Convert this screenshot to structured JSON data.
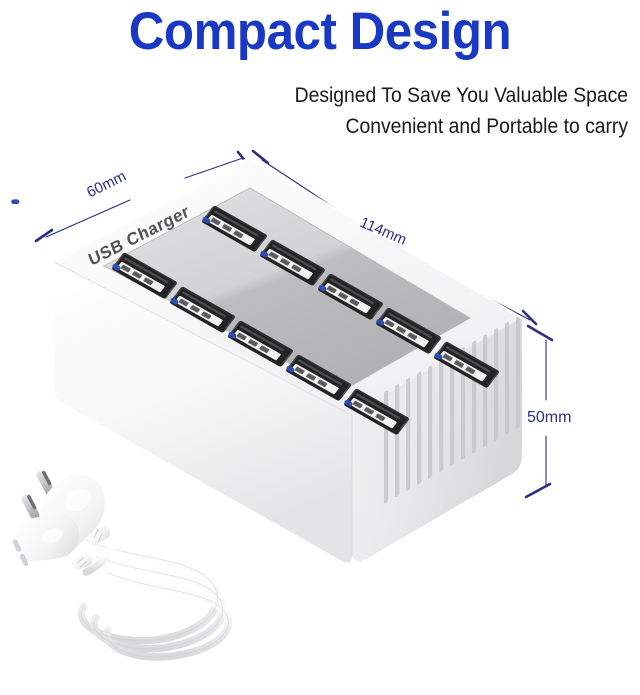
{
  "header": {
    "title": "Compact Design",
    "title_color": "#1939C4",
    "subtitle_line1": "Designed To Save You Valuable Space",
    "subtitle_line2": "Convenient and Portable to carry",
    "subtitle_color": "#191919"
  },
  "product": {
    "brand_text": "USB Charger",
    "brand_text_color": "#3A3A3C",
    "body_color": "#FFFFFF",
    "panel_color": "#C9C9CB",
    "panel_highlight_color": "#DCDCDE",
    "led_color": "#2A4FBF",
    "port_count": 10,
    "port_rows": 2,
    "ports_per_row": 5,
    "vent_slot_count": 13,
    "cable": {
      "type": "eu-two-pin-power-cable",
      "plug_color": "#FFFFFF",
      "pin_color": "#9A9A9E",
      "connector_type": "figure-8-c7"
    }
  },
  "dimensions": {
    "line_color": "#2B2F86",
    "depth": "60mm",
    "width": "114mm",
    "height": "50mm"
  }
}
